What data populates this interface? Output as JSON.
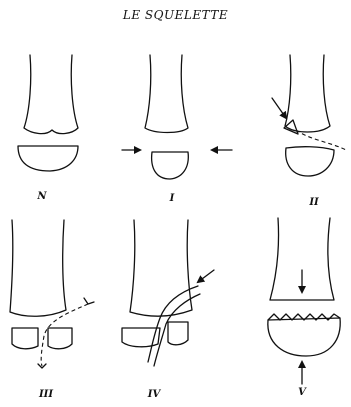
{
  "title": "LE SQUELETTE",
  "panels": [
    {
      "id": "N",
      "label": "N"
    },
    {
      "id": "I",
      "label": "I"
    },
    {
      "id": "II",
      "label": "II"
    },
    {
      "id": "III",
      "label": "III"
    },
    {
      "id": "IV",
      "label": "IV"
    },
    {
      "id": "V",
      "label": "V"
    }
  ]
}
